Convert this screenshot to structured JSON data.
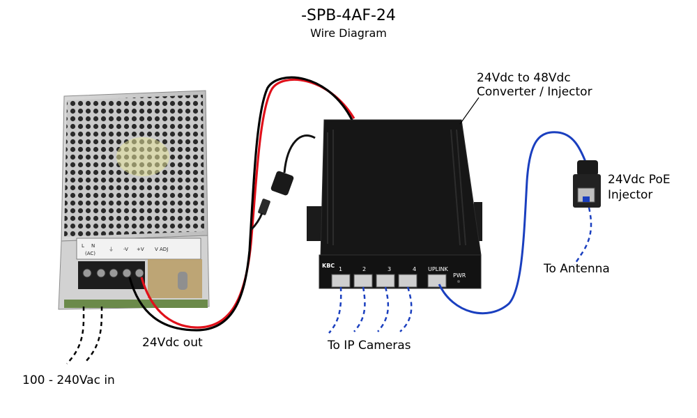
{
  "header": {
    "title": "-SPB-4AF-24",
    "subtitle": "Wire Diagram"
  },
  "labels": {
    "converter": [
      "24Vdc to 48Vdc",
      "Converter / Injector"
    ],
    "poe_injector": [
      "24Vdc PoE",
      "Injector"
    ],
    "to_antenna": "To Antenna",
    "to_ip_cameras": "To IP Cameras",
    "dc_out": "24Vdc out",
    "ac_in": "100 - 240Vac in"
  },
  "switch_panel": {
    "brand": "KBC",
    "ports": [
      "1",
      "2",
      "3",
      "4"
    ],
    "uplink": "UPLINK",
    "pwr": "PWR"
  },
  "psu_terminals": [
    "L",
    "N",
    "⏚",
    "-V",
    "+V",
    "V ADJ"
  ],
  "psu_ac_label": "(AC)",
  "colors": {
    "positive_wire": "#e0101a",
    "negative_wire": "#000000",
    "network_cable": "#1a3fbf",
    "dashed_network": "#1a3fbf",
    "dashed_ac": "#000000",
    "device_body": "#161616"
  }
}
